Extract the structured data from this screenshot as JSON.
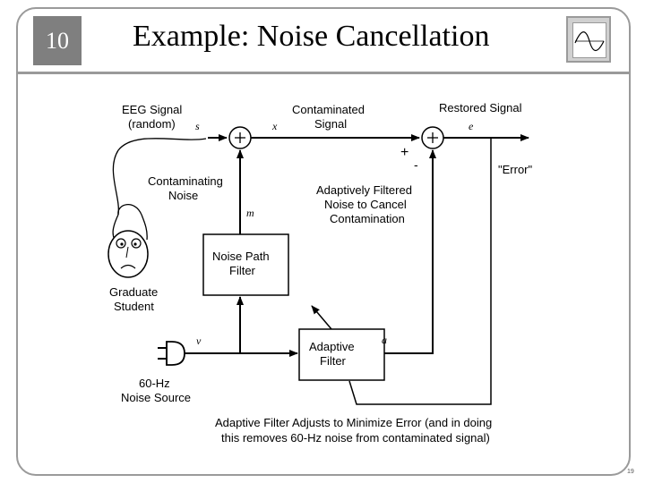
{
  "slide": {
    "number": "10",
    "title": "Example: Noise Cancellation",
    "page_number": "19"
  },
  "diagram": {
    "eeg_label": [
      "EEG Signal",
      "(random)"
    ],
    "contaminated_label": [
      "Contaminated",
      "Signal"
    ],
    "restored_label": "Restored Signal",
    "error_label": "\"Error\"",
    "contaminating_label": [
      "Contaminating",
      "Noise"
    ],
    "adaptive_filtered_label": [
      "Adaptively Filtered",
      "Noise to Cancel",
      "Contamination"
    ],
    "noise_path_filter_label": [
      "Noise Path",
      "Filter"
    ],
    "adaptive_filter_label": [
      "Adaptive",
      "Filter"
    ],
    "graduate_student_label": [
      "Graduate",
      "Student"
    ],
    "noise_source_label": [
      "60-Hz",
      "Noise Source"
    ],
    "caption": [
      "Adaptive Filter Adjusts to Minimize Error (and in doing",
      "this removes 60-Hz noise from contaminated signal)"
    ],
    "var_s": "s",
    "var_x": "x",
    "var_e": "e",
    "var_m": "m",
    "var_v": "v",
    "var_a": "a",
    "plus_sign": "+",
    "minus_sign": "-"
  }
}
